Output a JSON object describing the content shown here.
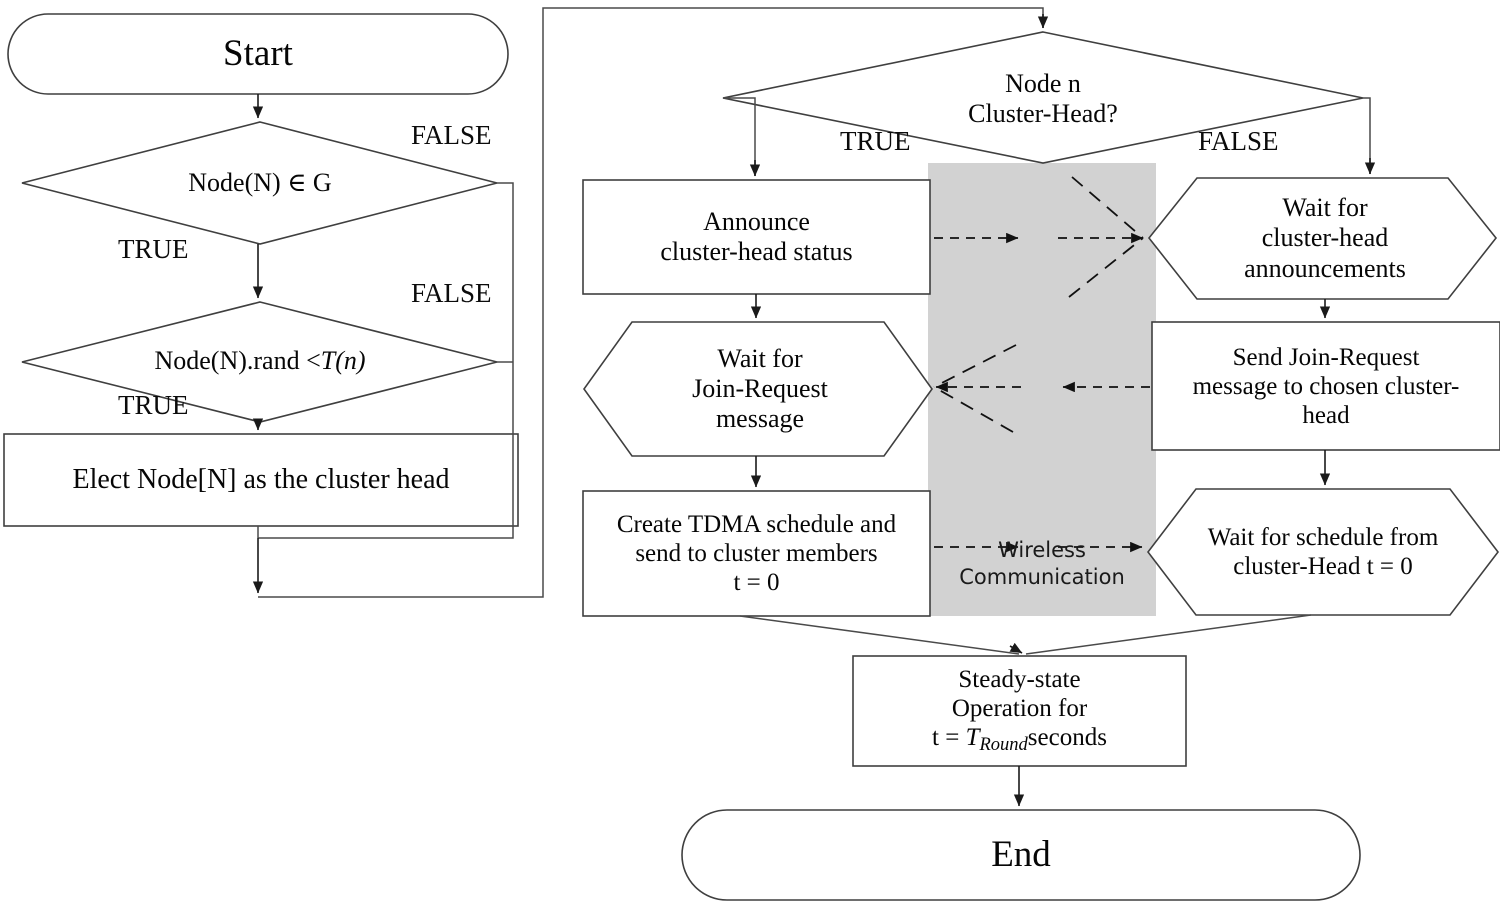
{
  "diagram": {
    "title": "LEACH cluster-head selection and setup flowchart",
    "colors": {
      "stroke": "#3f3f3f",
      "text": "#0b0b0b",
      "wireless_band": "#d2d2d2",
      "background": "#ffffff"
    }
  },
  "nodes": {
    "start": {
      "label": "Start",
      "shape": "terminator"
    },
    "decision_node_in_g": {
      "label": "Node(N) ∈ G",
      "shape": "decision"
    },
    "decision_rand": {
      "label_plain": "Node(N).rand < T(n)",
      "label_prefix": "Node(N).rand < ",
      "label_italic": "T(n)",
      "shape": "decision"
    },
    "elect_cluster_head": {
      "label": "Elect Node[N] as the cluster head",
      "shape": "process"
    },
    "decision_cluster_head": {
      "label": "Node n\nCluster-Head?",
      "shape": "decision"
    },
    "announce_status": {
      "label": "Announce\ncluster-head status",
      "shape": "process"
    },
    "wait_join_request": {
      "label": "Wait for\nJoin-Request\nmessage",
      "shape": "hexagon"
    },
    "create_tdma": {
      "label": "Create TDMA schedule and\nsend to cluster members\nt = 0",
      "shape": "process"
    },
    "wait_ch_announcements": {
      "label": "Wait for\ncluster-head\nannouncements",
      "shape": "hexagon"
    },
    "send_join_request": {
      "label": "Send Join-Request\nmessage to chosen cluster-\nhead",
      "shape": "process"
    },
    "wait_schedule": {
      "label": "Wait for schedule from\ncluster-Head  t = 0",
      "shape": "hexagon"
    },
    "steady_state": {
      "label_line1": "Steady-state",
      "label_line2": "Operation for",
      "label_line3_prefix": "t = ",
      "label_line3_italic": "T",
      "label_line3_sub": "Round",
      "label_line3_suffix": "seconds",
      "shape": "process"
    },
    "end": {
      "label": "End",
      "shape": "terminator"
    },
    "wireless_band": {
      "label": "Wireless\nCommunication",
      "shape": "band"
    }
  },
  "branch_labels": {
    "in_g_false": "FALSE",
    "in_g_true": "TRUE",
    "rand_false": "FALSE",
    "rand_true": "TRUE",
    "ch_true": "TRUE",
    "ch_false": "FALSE"
  }
}
